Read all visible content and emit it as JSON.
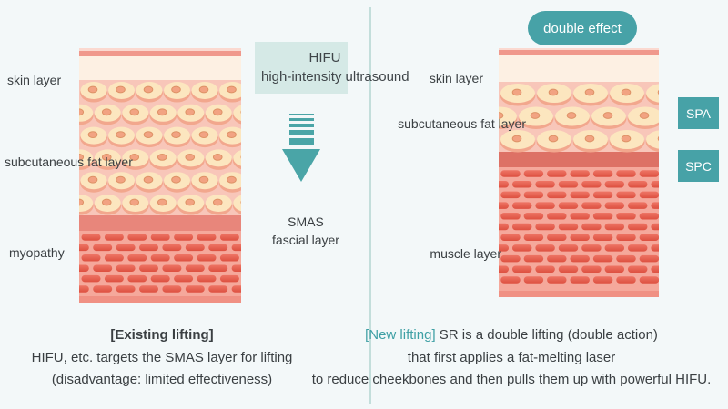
{
  "colors": {
    "background": "#f3f8f9",
    "accent_teal": "#47a2a7",
    "mint_box": "#d5e9e6",
    "divider": "#c3dedb",
    "text_dark": "#3a3f42",
    "layer_sliver": "#fbd9d0",
    "layer_epidermis": "#f0988c",
    "layer_cream": "#fdf0e3",
    "fat_background": "#f8c6b9",
    "fat_cell_body": "#fce6bf",
    "fat_cell_shadow": "#f2a78d",
    "fat_cell_core": "#f2a382",
    "fat_cell_core_rim": "#de9266",
    "smas_band_left": "#e8867b",
    "smas_band_right": "#dd7165",
    "muscle_background": "#f5a89b",
    "muscle_pill_light": "#ee7565",
    "muscle_pill_dark": "#dd5040",
    "bottom_strip": "#f09184"
  },
  "left": {
    "labels": {
      "skin": "skin layer",
      "fat": "subcutaneous fat layer",
      "muscle": "myopathy"
    },
    "hifu_box": {
      "line1": "HIFU",
      "line2": "high-intensity ultrasound"
    },
    "smas": {
      "line1": "SMAS",
      "line2": "fascial layer"
    },
    "caption": {
      "title": "[Existing lifting]",
      "line1": "HIFU, etc. targets the SMAS layer for lifting",
      "line2": "(disadvantage: limited effectiveness)"
    }
  },
  "right": {
    "badge": "double effect",
    "labels": {
      "skin": "skin layer",
      "fat": "subcutaneous fat layer",
      "muscle": "muscle layer"
    },
    "buttons": {
      "spa": "SPA",
      "spc": "SPC"
    },
    "caption": {
      "highlight": "[New lifting]",
      "line1_rest": " SR is a double lifting (double action)",
      "line2": "that first applies a fat-melting laser",
      "line3": "to reduce cheekbones and then pulls them up with powerful HIFU."
    }
  }
}
